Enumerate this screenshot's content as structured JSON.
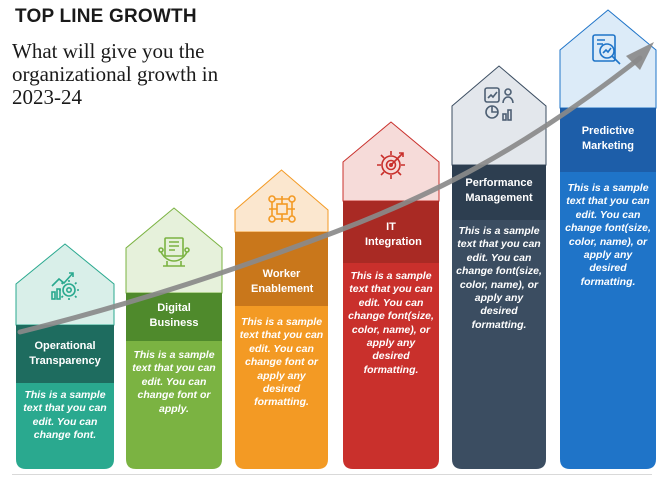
{
  "title": "TOP LINE GROWTH",
  "subtitle": "What will give you the organizational growth in 2023-24",
  "steps": [
    {
      "title": "Operational Transparency",
      "body": "This is a sample text that you can edit. You can change font.",
      "icon": "operations-chart-gear-icon",
      "color_dark": "#1e6c5f",
      "color_body": "#2aa98f",
      "color_light": "#d9efe9"
    },
    {
      "title": "Digital Business",
      "body": "This is a sample text that you can edit. You can change font or apply.",
      "icon": "digital-business-icon",
      "color_dark": "#4f8a2c",
      "color_body": "#7bb342",
      "color_light": "#e6f1db"
    },
    {
      "title": "Worker Enablement",
      "body": "This is a sample text that you can edit. You can change font or apply any desired formatting.",
      "icon": "network-people-icon",
      "color_dark": "#c9771b",
      "color_body": "#f39a24",
      "color_light": "#fbe7cf"
    },
    {
      "title": "IT Integration",
      "body": "This is a sample text that you can edit. You can change font(size, color, name), or apply any desired formatting.",
      "icon": "gear-target-icon",
      "color_dark": "#a92a24",
      "color_body": "#c9302c",
      "color_light": "#f6dbd9"
    },
    {
      "title": "Performance Management",
      "body": "This is a sample text that you can edit. You can change font(size, color, name), or apply any desired formatting.",
      "icon": "performance-dashboard-icon",
      "color_dark": "#2d3e50",
      "color_body": "#3b4d61",
      "color_light": "#e3e7ec"
    },
    {
      "title": "Predictive Marketing",
      "body": "This is a sample text that you can edit. You can change font(size, color, name), or apply any desired formatting.",
      "icon": "magnifier-analytics-icon",
      "color_dark": "#1d5ea9",
      "color_body": "#1f74c8",
      "color_light": "#dcebf8"
    }
  ]
}
